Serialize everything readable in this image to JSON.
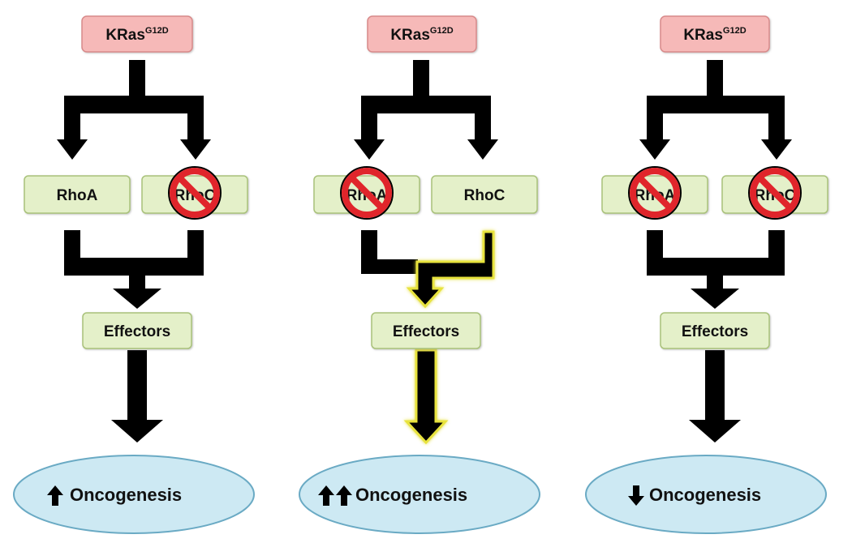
{
  "colors": {
    "kras_fill": "#f6b9b8",
    "kras_stroke": "#d88a8a",
    "rho_fill": "#e4f0c9",
    "rho_stroke": "#a9c27a",
    "effector_fill": "#e4f0c9",
    "effector_stroke": "#a9c27a",
    "oncogenesis_fill": "#cde9f3",
    "oncogenesis_stroke": "#6aaac4",
    "arrow": "#000000",
    "highlight_glow": "#e8e33c",
    "inhibit_red": "#e0252b"
  },
  "panels": [
    {
      "kras": {
        "base": "KRas",
        "sup": "G12D"
      },
      "left_rho": {
        "label": "RhoA",
        "inhibited": false
      },
      "right_rho": {
        "label": "RhoC",
        "inhibited": true
      },
      "effectors": "Effectors",
      "oncogenesis": {
        "indicator": "up",
        "arrow_count": 1,
        "label": "Oncogenesis"
      },
      "highlighted": false
    },
    {
      "kras": {
        "base": "KRas",
        "sup": "G12D"
      },
      "left_rho": {
        "label": "RhoA",
        "inhibited": true
      },
      "right_rho": {
        "label": "RhoC",
        "inhibited": false
      },
      "effectors": "Effectors",
      "oncogenesis": {
        "indicator": "up",
        "arrow_count": 2,
        "label": "Oncogenesis"
      },
      "highlighted": true
    },
    {
      "kras": {
        "base": "KRas",
        "sup": "G12D"
      },
      "left_rho": {
        "label": "RhoA",
        "inhibited": true
      },
      "right_rho": {
        "label": "RhoC",
        "inhibited": true
      },
      "effectors": "Effectors",
      "oncogenesis": {
        "indicator": "down",
        "arrow_count": 1,
        "label": "Oncogenesis"
      },
      "highlighted": false
    }
  ]
}
